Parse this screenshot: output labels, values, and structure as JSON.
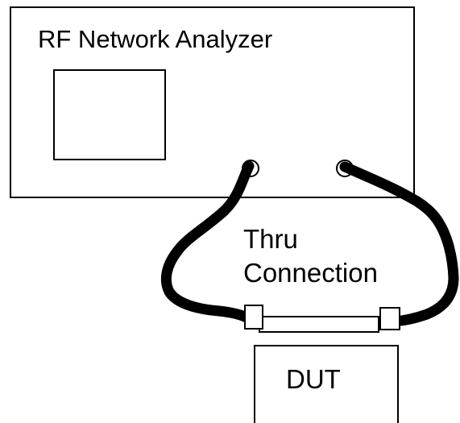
{
  "diagram": {
    "analyzer_label": "RF Network Analyzer",
    "connection_label_line1": "Thru",
    "connection_label_line2": "Connection",
    "dut_label": "DUT"
  },
  "colors": {
    "stroke": "#000000",
    "background": "#ffffff"
  }
}
